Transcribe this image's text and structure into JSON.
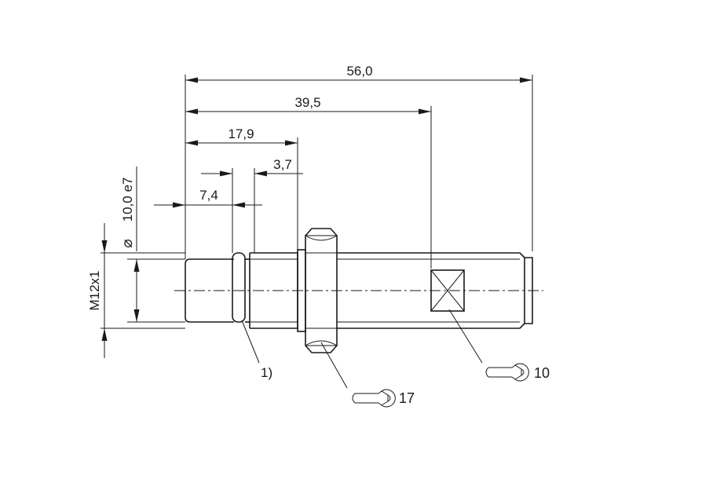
{
  "dimensions": {
    "total_length": "56,0",
    "length_to_flats": "39,5",
    "thread_length": "17,9",
    "nut_gap": "3,7",
    "front_length": "7,4",
    "front_diameter": "10,0 e7",
    "diameter_symbol": "⌀",
    "thread": "M12x1"
  },
  "callouts": {
    "note_1": "1)",
    "wrench_nut": "17",
    "wrench_flats": "10"
  },
  "icons": {
    "wrench_nut_icon": "open-end-wrench",
    "wrench_flats_icon": "open-end-wrench"
  },
  "colors": {
    "line": "#1a1a1a",
    "background": "#ffffff"
  }
}
